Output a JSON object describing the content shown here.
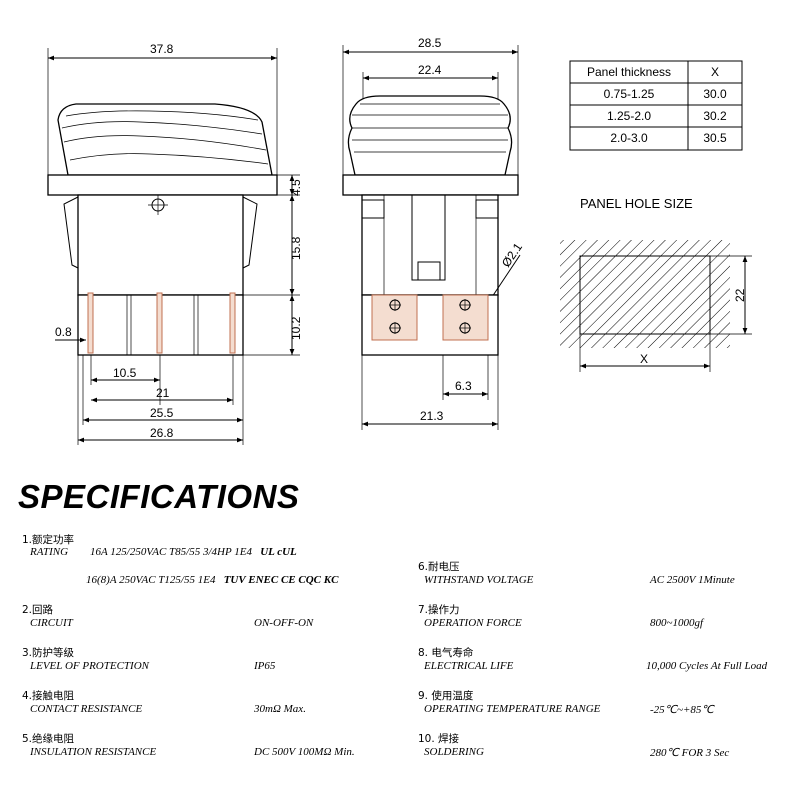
{
  "drawing": {
    "front_dims": {
      "width_top": "37.8",
      "pin_thickness": "0.8",
      "pin_span_a": "10.5",
      "pin_span_b": "21",
      "pin_span_c": "25.5",
      "body_width": "26.8",
      "flange": "4.5",
      "body_height": "15.8",
      "pin_length": "10.2"
    },
    "side_dims": {
      "width_top": "28.5",
      "cap_width": "22.4",
      "hole_dia": "Ø2.1",
      "pin_pitch": "6.3",
      "body_width": "21.3"
    },
    "table": {
      "headers": [
        "Panel thickness",
        "X"
      ],
      "rows": [
        [
          "0.75-1.25",
          "30.0"
        ],
        [
          "1.25-2.0",
          "30.2"
        ],
        [
          "2.0-3.0",
          "30.5"
        ]
      ]
    },
    "panel_hole": {
      "title": "PANEL HOLE SIZE",
      "height": "22",
      "width_label": "X"
    }
  },
  "specs": {
    "heading": "SPECIFICATIONS",
    "rating": {
      "cn": "1.额定功率",
      "label": "RATING",
      "line1": "16A  125/250VAC  T85/55  3/4HP   1E4",
      "line1_marks": "UL  cUL",
      "line2": "16(8)A  250VAC  T125/55  1E4",
      "line2_marks": "TUV   ENEC   CE   CQC   KC"
    },
    "circuit": {
      "cn": "2.回路",
      "label": "CIRCUIT",
      "value": "ON-OFF-ON"
    },
    "protection": {
      "cn": "3.防护等级",
      "label": "LEVEL OF PROTECTION",
      "value": "IP65"
    },
    "contact": {
      "cn": "4.接触电阻",
      "label": "CONTACT RESISTANCE",
      "value": "30mΩ   Max."
    },
    "insulation": {
      "cn": "5.绝缘电阻",
      "label": "INSULATION  RESISTANCE",
      "value": "DC 500V 100MΩ Min."
    },
    "withstand": {
      "cn": "6.耐电压",
      "label": "WITHSTAND VOLTAGE",
      "value": "AC 2500V 1Minute"
    },
    "force": {
      "cn": "7.操作力",
      "label": "OPERATION FORCE",
      "value": "800~1000gf"
    },
    "life": {
      "cn": "8. 电气寿命",
      "label": "ELECTRICAL LIFE",
      "value": "10,000 Cycles At Full Load"
    },
    "temperature": {
      "cn": "9. 使用温度",
      "label": "OPERATING TEMPERATURE RANGE",
      "value": "-25℃~+85℃"
    },
    "soldering": {
      "cn": "10. 焊接",
      "label": "SOLDERING",
      "value": "280℃ FOR 3 Sec"
    }
  }
}
